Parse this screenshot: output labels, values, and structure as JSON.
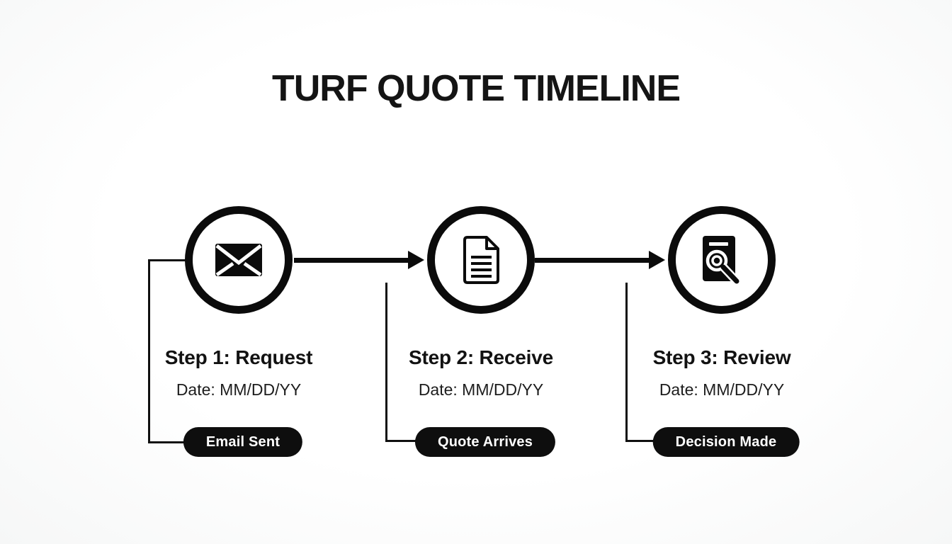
{
  "title": "TURF QUOTE TIMELINE",
  "colors": {
    "ink": "#0b0b0b",
    "background": "#fbfbfb",
    "badge_background": "#0e0e0e",
    "badge_text": "#ffffff"
  },
  "steps": [
    {
      "icon": "envelope-icon",
      "title": "Step 1: Request",
      "date": "Date: MM/DD/YY",
      "badge": "Email Sent"
    },
    {
      "icon": "document-icon",
      "title": "Step 2: Receive",
      "date": "Date: MM/DD/YY",
      "badge": "Quote Arrives"
    },
    {
      "icon": "document-search-icon",
      "title": "Step 3: Review",
      "date": "Date: MM/DD/YY",
      "badge": "Decision Made"
    }
  ]
}
